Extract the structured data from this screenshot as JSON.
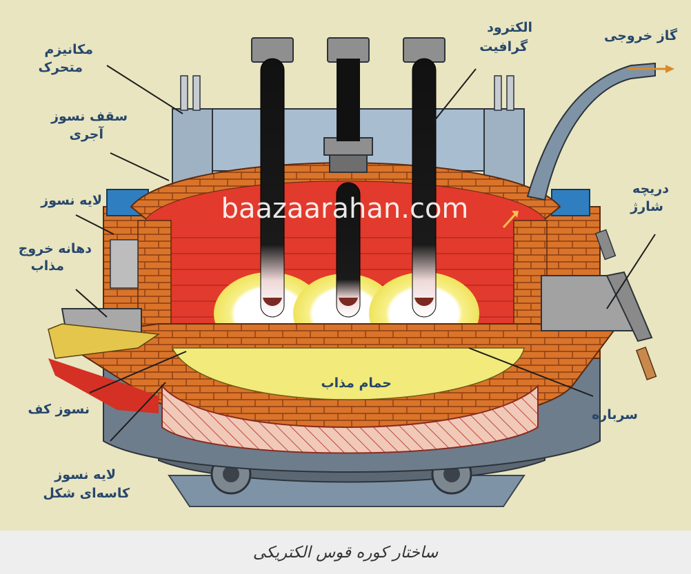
{
  "watermark": "baazaarahan.com",
  "caption": "ساختار کوره قوس الکتریکی",
  "labels": {
    "moving_mechanism": [
      "مکانیزم",
      "متحرک"
    ],
    "refractory_roof": [
      "سقف نسوز",
      "آجری"
    ],
    "refractory_layer": "لایه نسوز",
    "tap_spout": [
      "دهانه خروج",
      "مذاب"
    ],
    "hearth_refractory": "نسوز کف",
    "bowl_refractory": [
      "لایه نسوز",
      "کاسه‌ای شکل"
    ],
    "graphite_electrode": [
      "الکترود",
      "گرافیت"
    ],
    "off_gas": "گاز خروجی",
    "charge_door": [
      "دریچه",
      "شارژ"
    ],
    "slag": "سرباره",
    "molten_bath": "حمام مذاب"
  },
  "colors": {
    "background": "#e8e5c0",
    "brick": "#d9742a",
    "inner_chamber": "#e23a2c",
    "molten": "#f2ea7a",
    "arc": "#ffffff",
    "steel": "#7f93a6",
    "label_text": "#27466c"
  }
}
